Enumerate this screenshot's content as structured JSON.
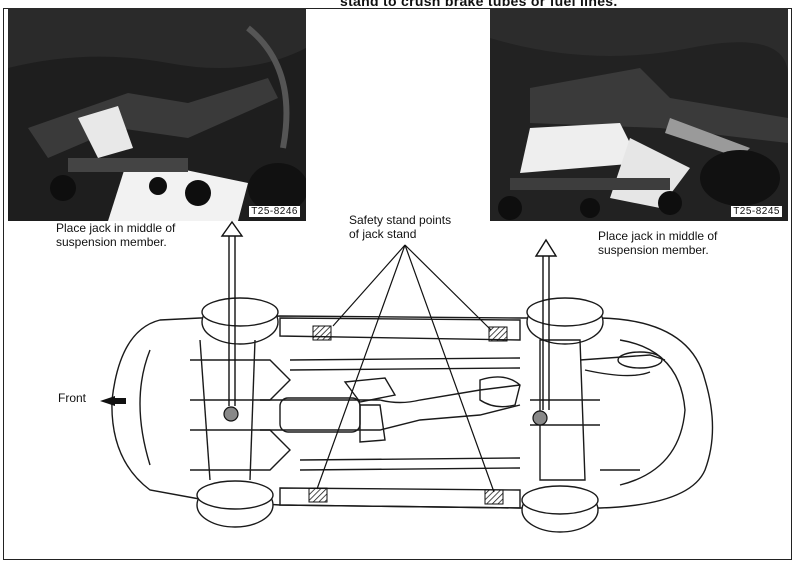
{
  "header": {
    "clipped_text": "stand to crush brake tubes or fuel lines."
  },
  "photos": {
    "left": {
      "code": "T25-8246",
      "caption": "Place jack in middle of\nsuspension member."
    },
    "right": {
      "code": "T25-8245",
      "caption": "Place jack in middle of\nsuspension member."
    }
  },
  "labels": {
    "safety_stand": "Safety stand points\nof jack stand",
    "front": "Front"
  },
  "icons": {
    "front_arrow": "arrow-left-icon"
  }
}
